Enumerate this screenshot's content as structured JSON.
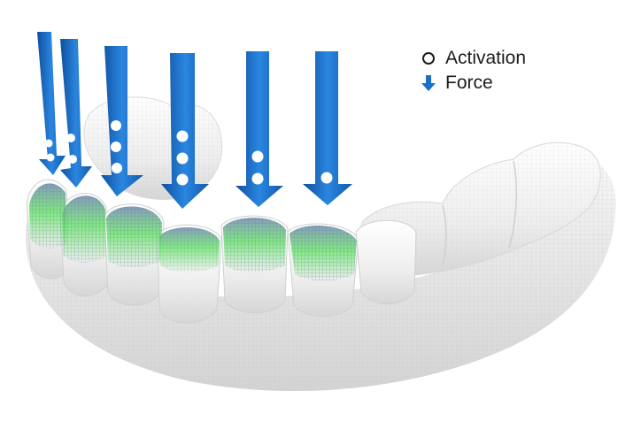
{
  "legend": {
    "activation_label": "Activation",
    "force_label": "Force"
  },
  "colors": {
    "arrow_blue": "#1a6fcc",
    "arrow_blue_dark": "#0f4f9e",
    "activation_green": "#5ce05c",
    "tooth_white": "#f4f4f4",
    "gum_shadow": "#d9d9d9",
    "text": "#1c1c1c"
  },
  "arrows": [
    {
      "id": "arrow-1",
      "activation_dots": 2
    },
    {
      "id": "arrow-2",
      "activation_dots": 2
    },
    {
      "id": "arrow-3",
      "activation_dots": 3
    },
    {
      "id": "arrow-4",
      "activation_dots": 3
    },
    {
      "id": "arrow-5",
      "activation_dots": 2
    },
    {
      "id": "arrow-6",
      "activation_dots": 1
    }
  ]
}
